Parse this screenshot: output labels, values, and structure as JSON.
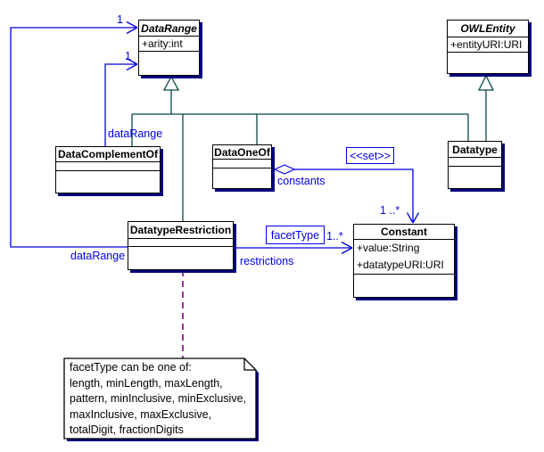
{
  "classes": {
    "data_range": {
      "name": "DataRange",
      "abstract": true,
      "attributes": [
        "+arity:int"
      ]
    },
    "owl_entity": {
      "name": "OWLEntity",
      "abstract": true,
      "attributes": [
        "+entityURI:URI"
      ]
    },
    "data_complement_of": {
      "name": "DataComplementOf",
      "abstract": false,
      "attributes": []
    },
    "data_one_of": {
      "name": "DataOneOf",
      "abstract": false,
      "attributes": []
    },
    "datatype": {
      "name": "Datatype",
      "abstract": false,
      "attributes": []
    },
    "datatype_restriction": {
      "name": "DatatypeRestriction",
      "abstract": false,
      "attributes": []
    },
    "constant": {
      "name": "Constant",
      "abstract": false,
      "attributes": [
        "+value:String",
        "+datatypeURI:URI"
      ]
    }
  },
  "labels": {
    "mult_datarange_top": "1",
    "mult_datarange_mid": "1",
    "role_datarange_upper": "dataRange",
    "role_datarange_lower": "dataRange",
    "role_constants": "constants",
    "role_restrictions": "restrictions",
    "mult_constants": "1 ..*",
    "mult_restrictions": "1..*",
    "stereotype_set": "<<set>>",
    "facet_type_tag": "facetType"
  },
  "note": {
    "lines": [
      "facetType can be one of:",
      "length, minLength, maxLength,",
      "pattern, minInclusive, minExclusive,",
      "maxInclusive, maxExclusive,",
      "totalDigit, fractionDigits"
    ]
  },
  "colors": {
    "association": "#0000e8",
    "generalization": "#084848",
    "class_shadow": "#000080",
    "note_link": "#800080",
    "label_text": "#0000e8"
  }
}
